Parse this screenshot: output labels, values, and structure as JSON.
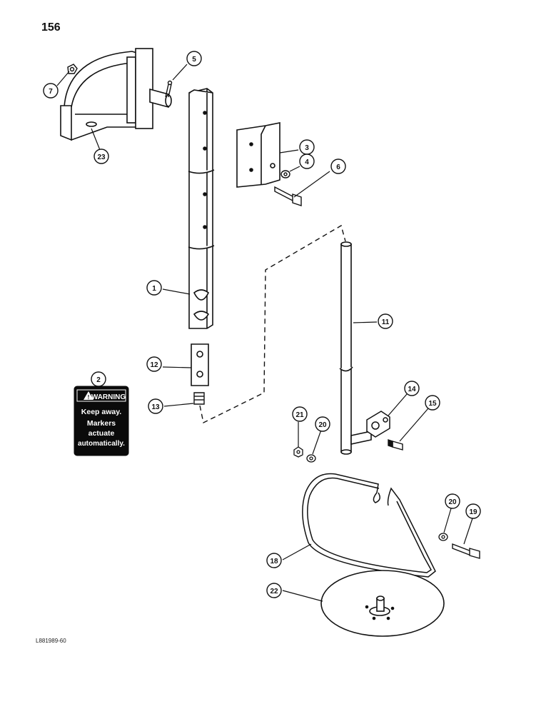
{
  "page": {
    "number": "156",
    "figure_code": "L881989-60"
  },
  "decal": {
    "heading": "WARNING",
    "line1": "Keep away.",
    "line2": "Markers",
    "line3": "actuate",
    "line4": "automatically."
  },
  "callouts": {
    "c1": "1",
    "c2": "2",
    "c3": "3",
    "c4": "4",
    "c5": "5",
    "c6": "6",
    "c7": "7",
    "c11": "11",
    "c12": "12",
    "c13": "13",
    "c14": "14",
    "c15": "15",
    "c18": "18",
    "c19": "19",
    "c20a": "20",
    "c20b": "20",
    "c21": "21",
    "c22": "22",
    "c23": "23"
  }
}
